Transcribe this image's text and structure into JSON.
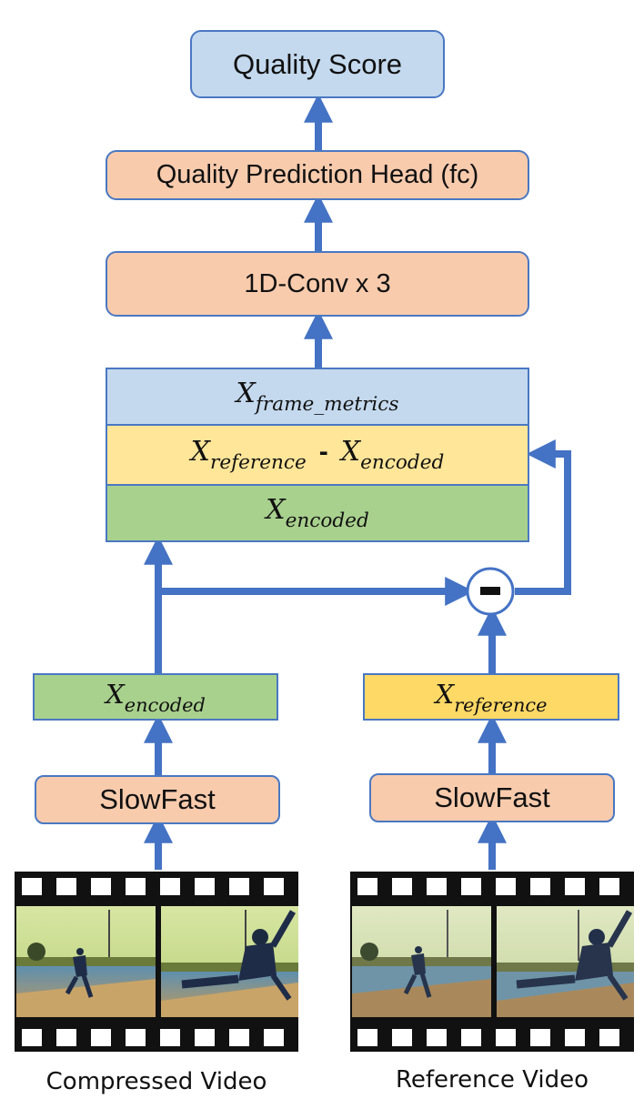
{
  "nodes": {
    "quality_score": "Quality Score",
    "quality_head": "Quality Prediction Head (fc)",
    "conv": "1D-Conv x 3",
    "slowfast_left": "SlowFast",
    "slowfast_right": "SlowFast",
    "subtract_op": "-"
  },
  "stack": {
    "frame_metrics": {
      "base": "X",
      "sub": "frame_metrics"
    },
    "diff_a": {
      "base": "X",
      "sub": "reference"
    },
    "diff_minus": "-",
    "diff_b": {
      "base": "X",
      "sub": "encoded"
    },
    "encoded": {
      "base": "X",
      "sub": "encoded"
    }
  },
  "features": {
    "encoded": {
      "base": "X",
      "sub": "encoded"
    },
    "reference": {
      "base": "X",
      "sub": "reference"
    }
  },
  "captions": {
    "compressed": "Compressed Video",
    "reference": "Reference Video"
  },
  "colors": {
    "arrow": "#4472c4",
    "orange_box": "#f8cbad",
    "blue_box": "#c4d9ee",
    "yellow_box": "#ffe699",
    "green_box": "#a9d18e",
    "yellow_feature": "#ffd966",
    "film": "#111111"
  }
}
